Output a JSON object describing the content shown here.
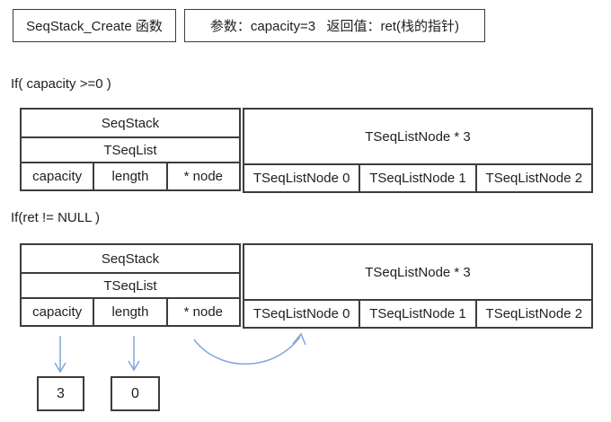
{
  "header": {
    "function_box": "SeqStack_Create 函数",
    "params_box": "参数：capacity=3   返回值：ret(栈的指针)"
  },
  "sections": [
    {
      "condition": "If( capacity >=0 )",
      "table": {
        "seqstack": "SeqStack",
        "tseqlist": "TSeqList",
        "fields": [
          "capacity",
          "length",
          "* node"
        ],
        "nodes_header": "TSeqListNode * 3",
        "nodes": [
          "TSeqListNode 0",
          "TSeqListNode 1",
          "TSeqListNode 2"
        ]
      }
    },
    {
      "condition": "If(ret != NULL )",
      "table": {
        "seqstack": "SeqStack",
        "tseqlist": "TSeqList",
        "fields": [
          "capacity",
          "length",
          "* node"
        ],
        "nodes_header": "TSeqListNode * 3",
        "nodes": [
          "TSeqListNode 0",
          "TSeqListNode 1",
          "TSeqListNode 2"
        ]
      }
    }
  ],
  "values": {
    "capacity_value": "3",
    "length_value": "0"
  },
  "colors": {
    "border": "#3c3c3c",
    "arrow": "#7ea6dc",
    "text": "#1f1f1f"
  }
}
